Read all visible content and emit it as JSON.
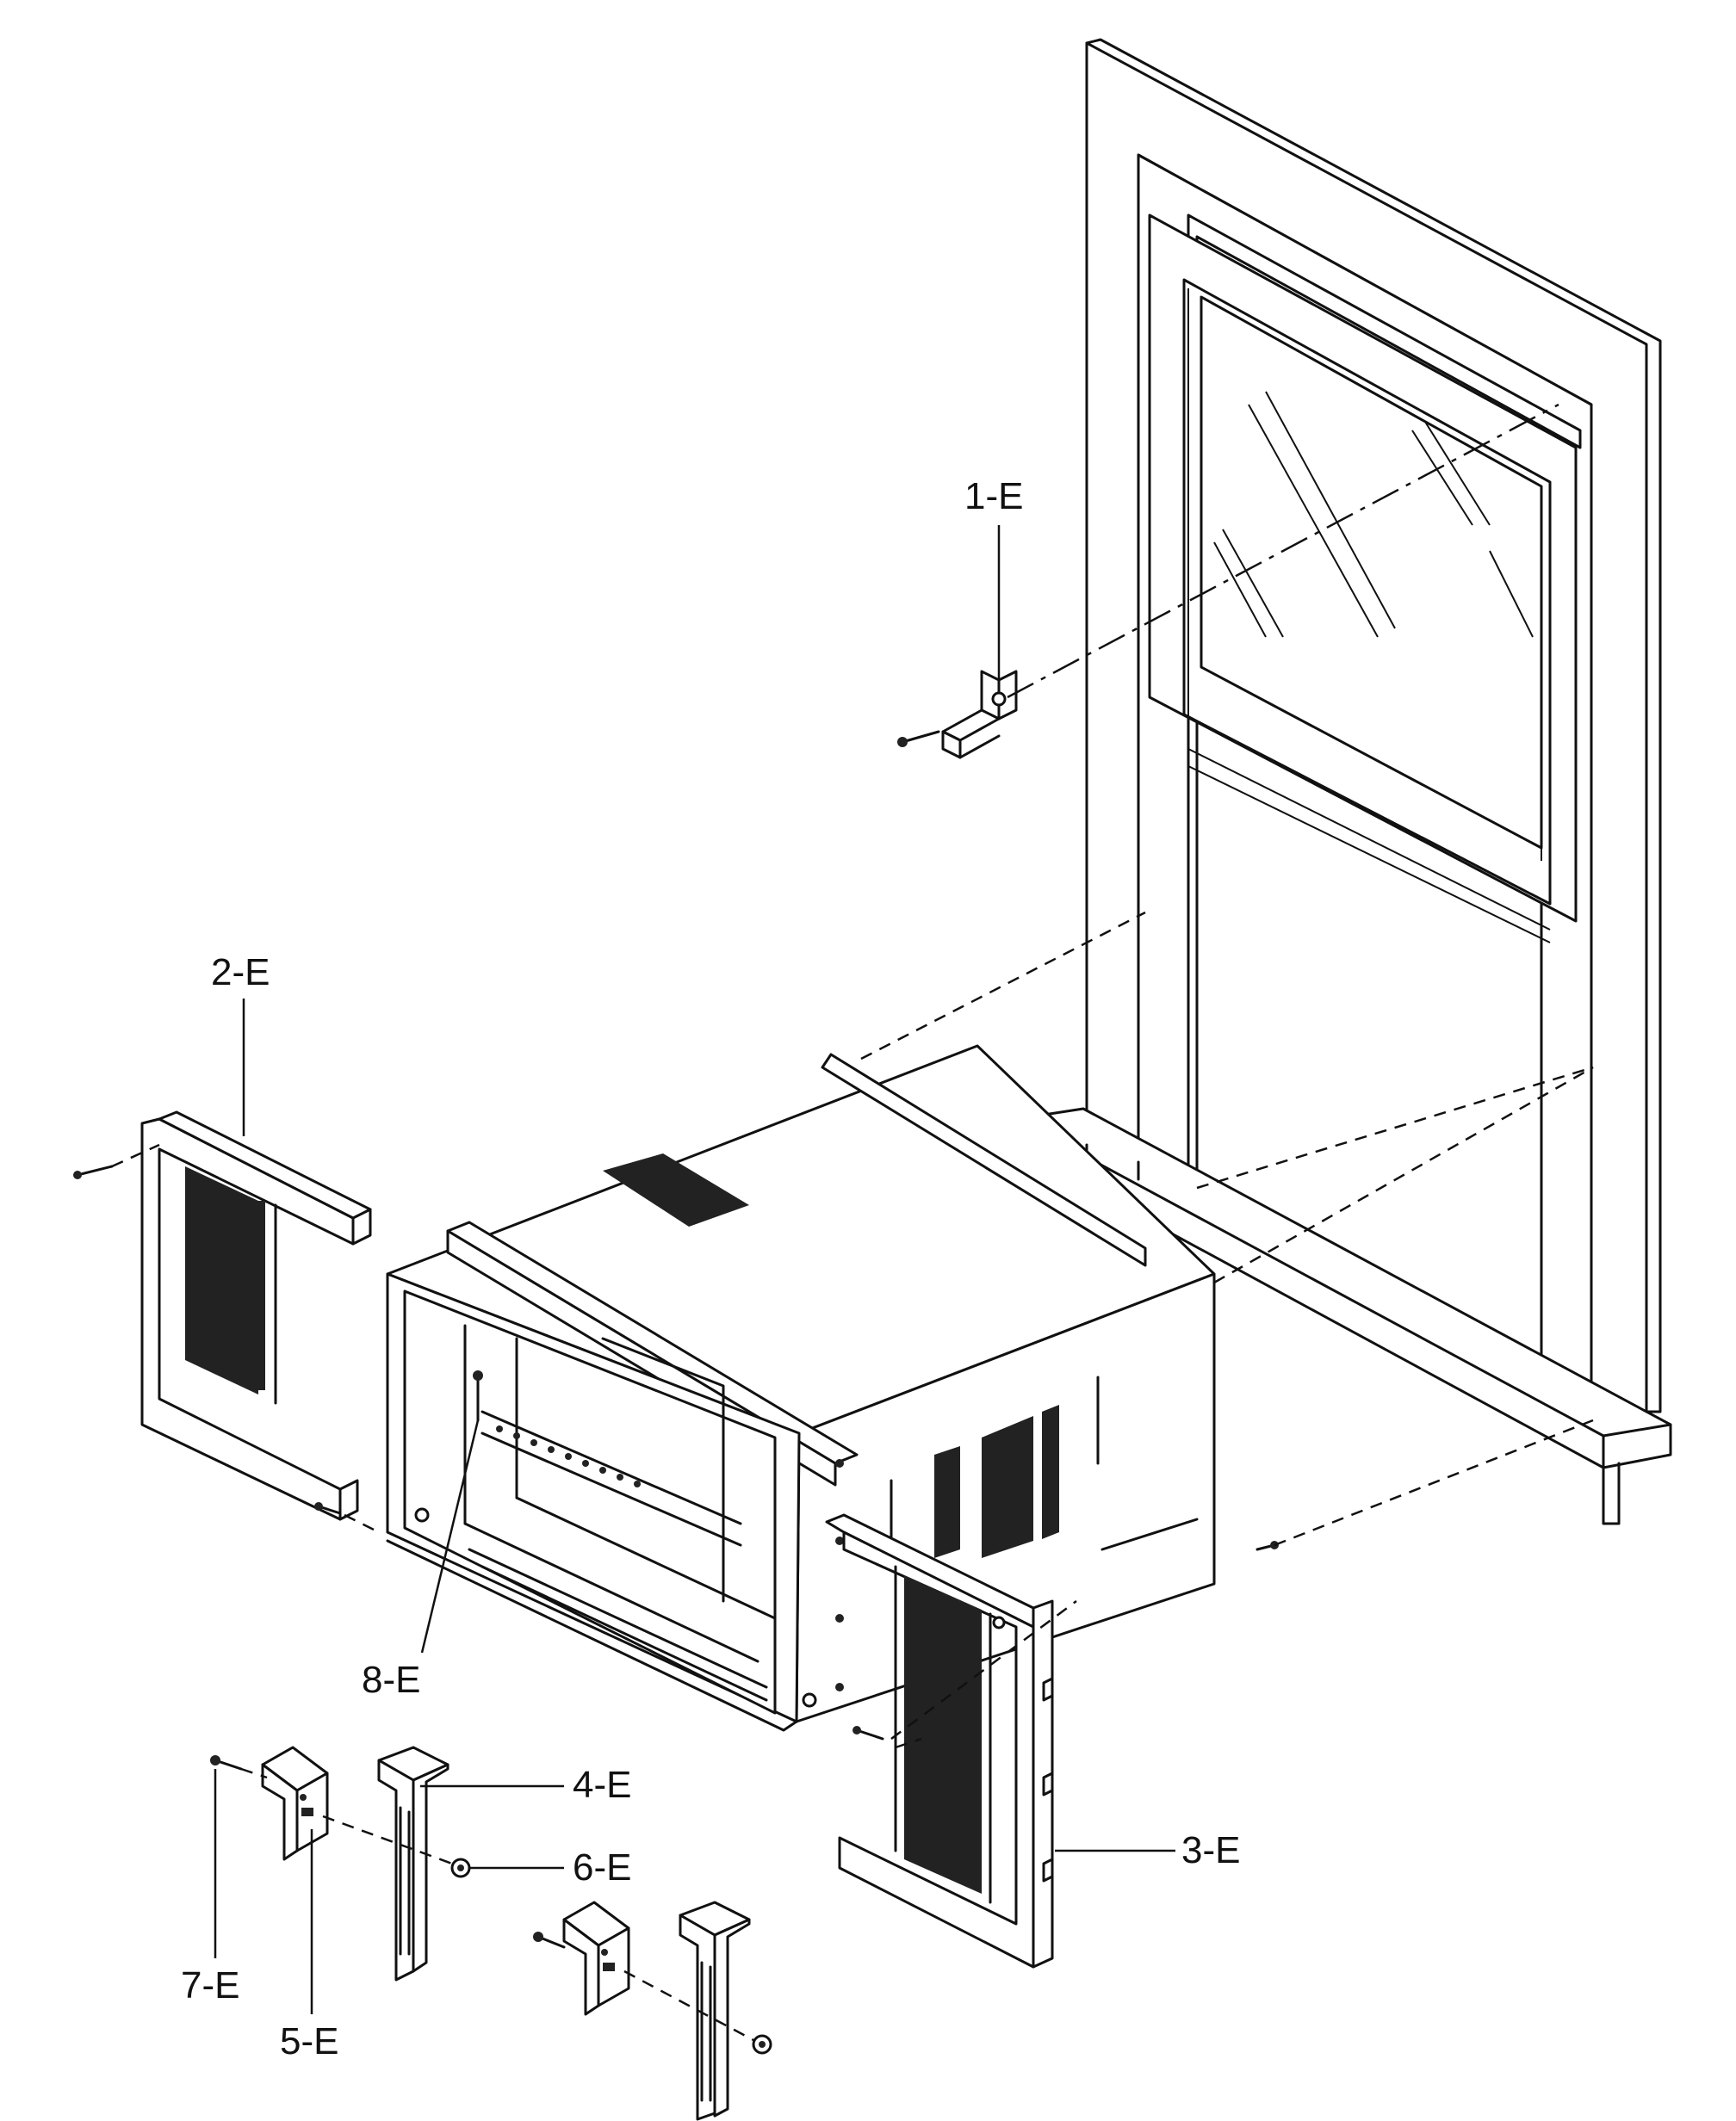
{
  "labels": {
    "p1": "1-E",
    "p2": "2-E",
    "p3": "3-E",
    "p4": "4-E",
    "p5": "5-E",
    "p6": "6-E",
    "p7": "7-E",
    "p8": "8-E"
  }
}
